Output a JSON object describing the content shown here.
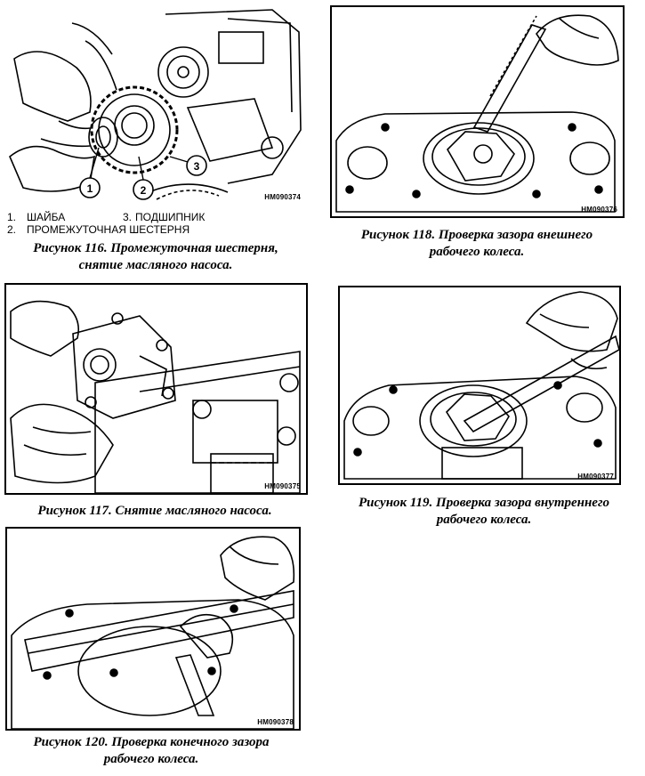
{
  "figures": {
    "fig116": {
      "image_id": "HM090374",
      "callouts": [
        "1",
        "2",
        "3"
      ],
      "legend": [
        {
          "num": "1.",
          "text": "ШАЙБА"
        },
        {
          "num": "3.",
          "text": "ПОДШИПНИК"
        },
        {
          "num": "2.",
          "text": "ПРОМЕЖУТОЧНАЯ ШЕСТЕРНЯ"
        }
      ],
      "caption_lines": [
        "Рисунок 116. Промежуточная шестерня,",
        "снятие масляного насоса."
      ]
    },
    "fig117": {
      "image_id": "HM090375",
      "caption_lines": [
        "Рисунок 117. Снятие масляного насоса."
      ]
    },
    "fig118": {
      "image_id": "HM090376",
      "caption_lines": [
        "Рисунок 118. Проверка зазора внешнего",
        "рабочего колеса."
      ]
    },
    "fig119": {
      "image_id": "HM090377",
      "caption_lines": [
        "Рисунок 119. Проверка зазора внутреннего",
        "рабочего колеса."
      ]
    },
    "fig120": {
      "image_id": "HM090378",
      "caption_lines": [
        "Рисунок 120. Проверка конечного зазора",
        "рабочего колеса."
      ]
    }
  }
}
